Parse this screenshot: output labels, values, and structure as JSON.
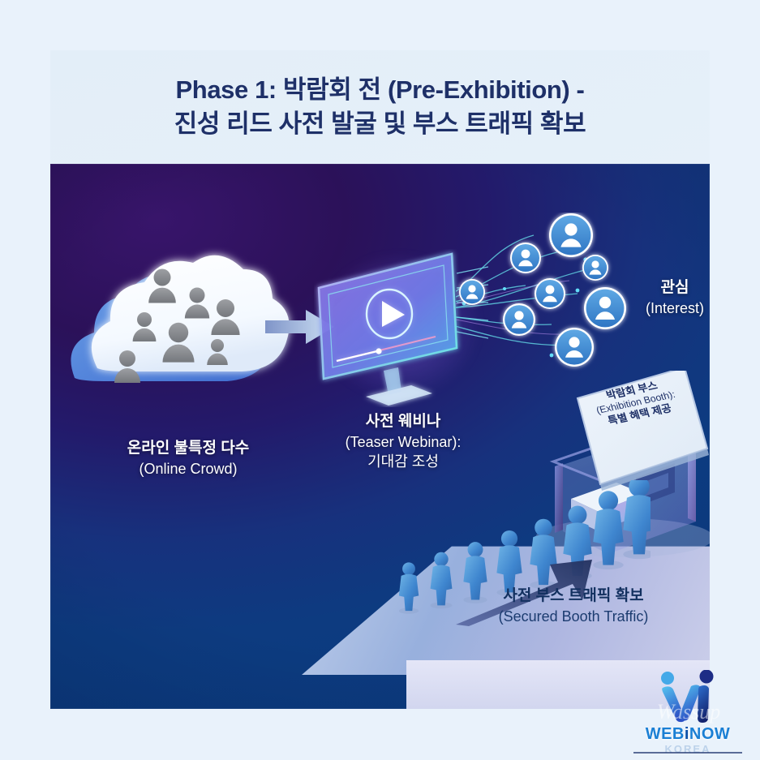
{
  "document": {
    "title_line1": "Phase 1: 박람회 전 (Pre-Exhibition) -",
    "title_line2": "진성 리드 사전 발굴 및 부스 트래픽 확보"
  },
  "colors": {
    "page_background": "#e9f2fb",
    "title_text": "#1e3068",
    "stage_purple": "#2a1155",
    "stage_blue": "#0b3c84",
    "avatar_blue": "#3d8fd6",
    "brand_blue": "#1a7fd4",
    "brand_dark_blue": "#0b50a8",
    "label_dark": "#12305f"
  },
  "stage": {
    "crowd": {
      "icon": "cloud-people-icon",
      "label_ko": "온라인 불특정 다수",
      "label_en": "(Online Crowd)",
      "people_count": 7
    },
    "flow_arrow": {
      "icon": "right-arrow-icon"
    },
    "webinar": {
      "icon": "monitor-play-icon",
      "label_ko": "사전 웨비나",
      "label_en": "(Teaser Webinar):",
      "label_ko2": "기대감 조성"
    },
    "interest": {
      "icon": "user-network-icon",
      "label_ko": "관심",
      "label_en": "(Interest)",
      "avatar_count": 8
    },
    "booth": {
      "icon": "exhibition-booth-icon",
      "sign_ko": "박람회 부스",
      "sign_en": "(Exhibition Booth):",
      "sign_ko2": "특별 혜택 제공"
    },
    "traffic": {
      "icon": "queue-arrow-icon",
      "label_ko": "사전 부스 트래픽 확보",
      "label_en": "(Secured Booth Traffic)",
      "queue_count": 8
    }
  },
  "brand": {
    "mark": "webinow-w-logo-icon",
    "name_part1": "WEB",
    "name_part2": "i",
    "name_part3": "NOW",
    "sub": "KOREA",
    "watermark": "Wassup"
  }
}
